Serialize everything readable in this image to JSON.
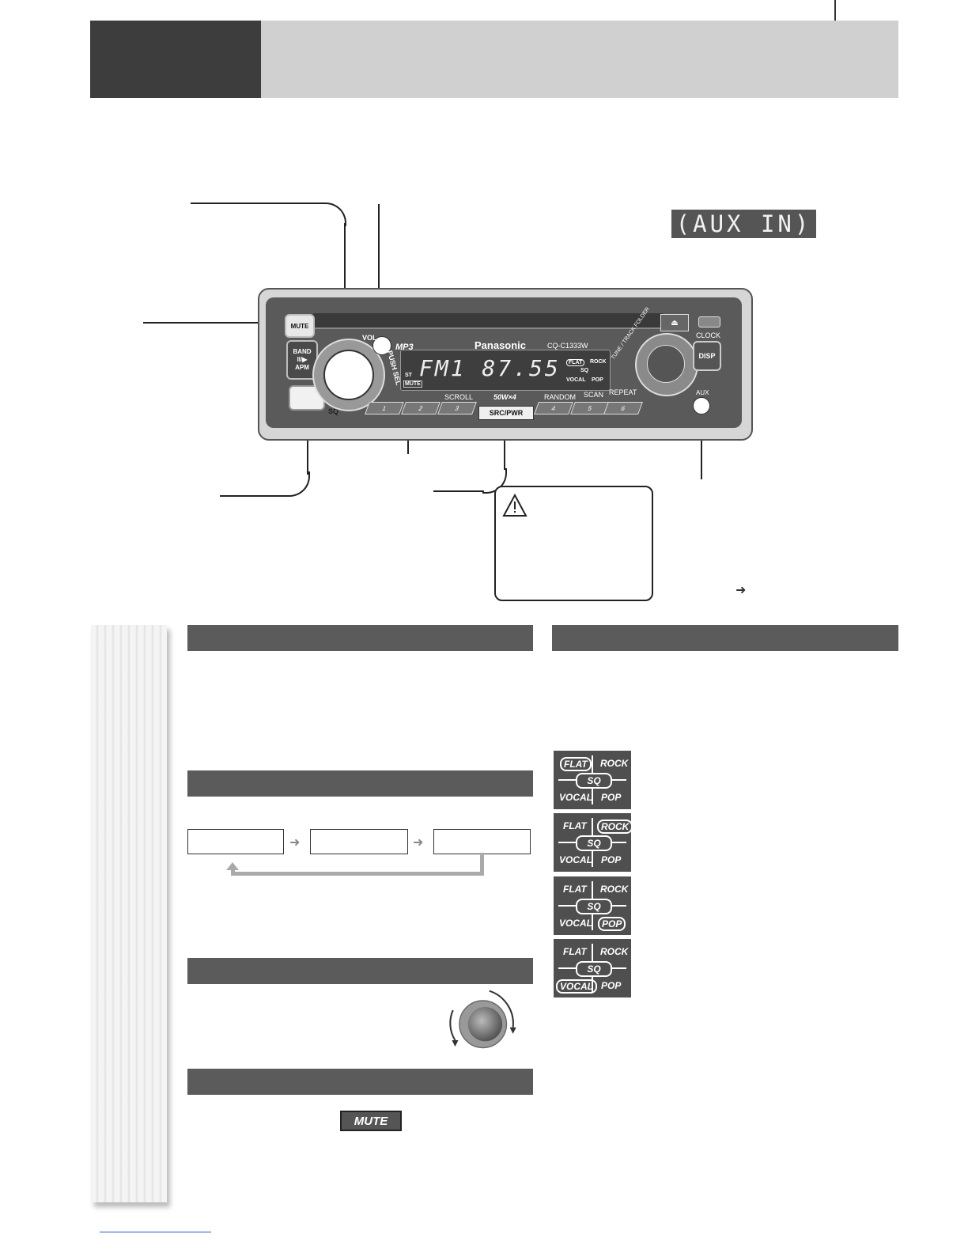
{
  "display": {
    "aux_in": "(AUX IN)"
  },
  "radio": {
    "mute": "MUTE",
    "band": "BAND",
    "band_sub": "II/▶",
    "apm": "APM",
    "sq": "SQ",
    "vol": "VOL",
    "push_sel": "PUSH SEL",
    "brand": "Panasonic",
    "model": "CQ-C1333W",
    "mp3": "MP3",
    "lcd_text": "FM1 87.55",
    "lcd_st": "ST",
    "lcd_mute": "MUTE",
    "scroll": "SCROLL",
    "power": "50W×4",
    "random": "RANDOM",
    "scan": "SCAN",
    "repeat": "REPEAT",
    "src_pwr": "SRC/PWR",
    "presets": [
      "1",
      "2",
      "3",
      "4",
      "5",
      "6"
    ],
    "tune_track_folder": "TUNE / TRACK FOLDER",
    "clock": "CLOCK",
    "disp": "DISP",
    "aux": "AUX",
    "sq_flat": "FLAT",
    "sq_rock": "ROCK",
    "sq_vocal": "VOCAL",
    "sq_pop": "POP",
    "sq_center": "SQ"
  },
  "mute_indicator": "MUTE",
  "sq_tiles": [
    {
      "flat": "FLAT",
      "rock": "ROCK",
      "vocal": "VOCAL",
      "pop": "POP",
      "center": "SQ",
      "selected": "FLAT"
    },
    {
      "flat": "FLAT",
      "rock": "ROCK",
      "vocal": "VOCAL",
      "pop": "POP",
      "center": "SQ",
      "selected": "ROCK"
    },
    {
      "flat": "FLAT",
      "rock": "ROCK",
      "vocal": "VOCAL",
      "pop": "POP",
      "center": "SQ",
      "selected": "POP"
    },
    {
      "flat": "FLAT",
      "rock": "ROCK",
      "vocal": "VOCAL",
      "pop": "POP",
      "center": "SQ",
      "selected": "VOCAL"
    }
  ],
  "icons": {
    "warning": "warning-triangle-icon",
    "arrow": "right-arrow-icon"
  }
}
